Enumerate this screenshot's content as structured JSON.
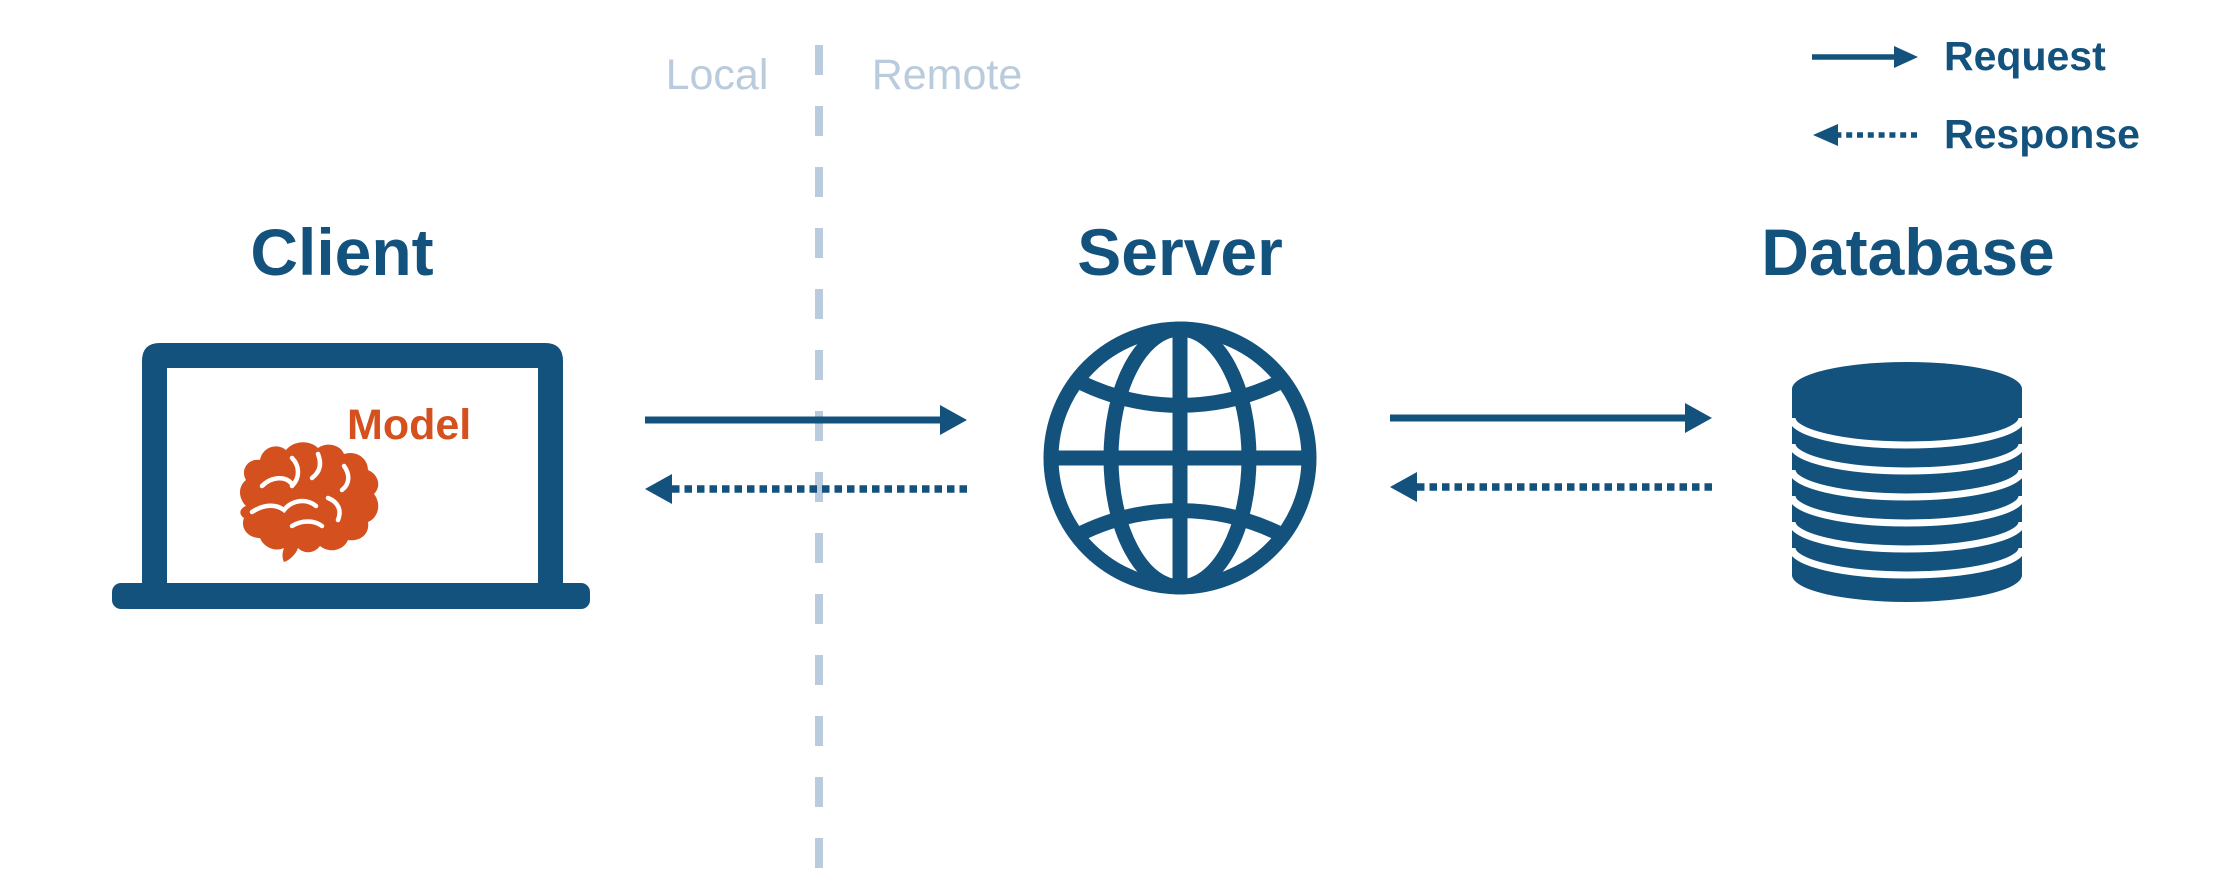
{
  "diagram": {
    "background_color": "#ffffff",
    "divider": {
      "left_zone_label": "Local",
      "right_zone_label": "Remote",
      "style": "dashed-vertical-line"
    },
    "nodes": {
      "client": {
        "label": "Client",
        "icon": "laptop-icon",
        "model_label": "Model",
        "model_icon": "brain-icon"
      },
      "server": {
        "label": "Server",
        "icon": "globe-icon"
      },
      "database": {
        "label": "Database",
        "icon": "database-icon"
      }
    },
    "connections": [
      {
        "from": "Client",
        "to": "Server",
        "type": "Request",
        "style": "solid-arrow"
      },
      {
        "from": "Server",
        "to": "Client",
        "type": "Response",
        "style": "dotted-arrow"
      },
      {
        "from": "Server",
        "to": "Database",
        "type": "Request",
        "style": "solid-arrow"
      },
      {
        "from": "Database",
        "to": "Server",
        "type": "Response",
        "style": "dotted-arrow"
      }
    ],
    "legend": {
      "request_label": "Request",
      "request_style": "solid-arrow-right",
      "response_label": "Response",
      "response_style": "dotted-arrow-left"
    },
    "colors": {
      "primary_blue": "#14527e",
      "muted_blue_gray": "#b9cbdc",
      "accent_orange": "#d4501e"
    }
  }
}
